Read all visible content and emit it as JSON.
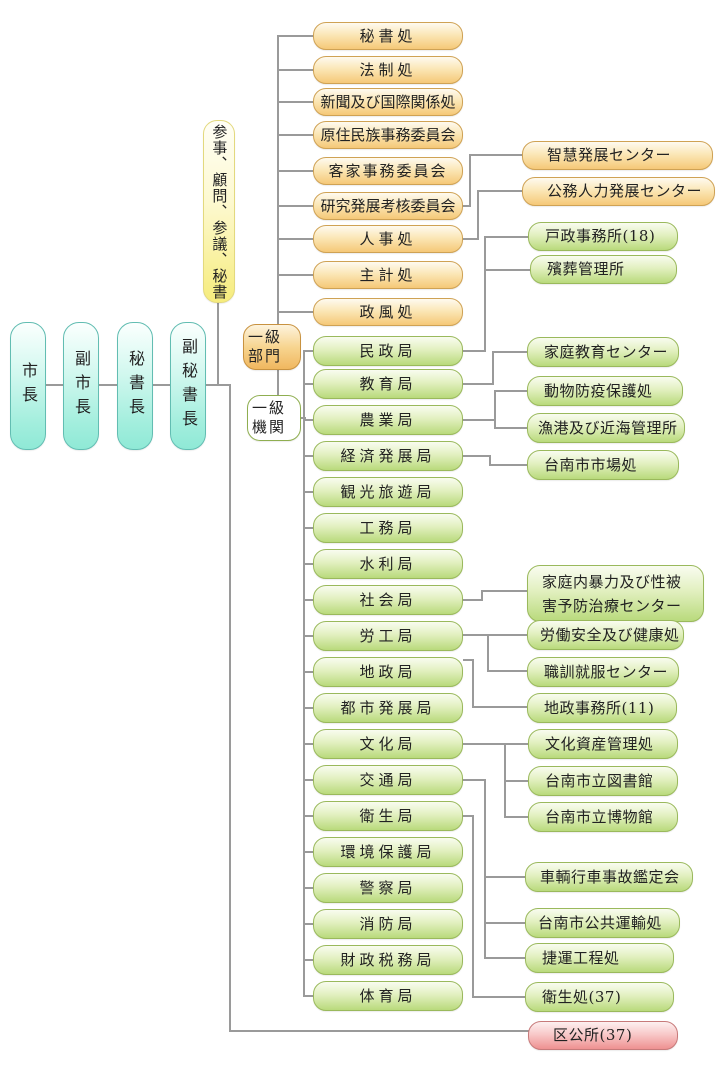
{
  "leadership": [
    "市長",
    "副市長",
    "秘書長",
    "副秘書長"
  ],
  "staff_label": "参事、顧問、参議、秘書",
  "group_labels": {
    "departments": "一級部門",
    "agencies": "一級機関"
  },
  "departments": [
    "秘書処",
    "法制処",
    "新聞及び国際関係処",
    "原住民族事務委員会",
    "客家事務委員会",
    "研究発展考核委員会",
    "人事処",
    "主計処",
    "政風処"
  ],
  "agencies": [
    "民政局",
    "教育局",
    "農業局",
    "経済発展局",
    "観光旅遊局",
    "工務局",
    "水利局",
    "社会局",
    "労工局",
    "地政局",
    "都市発展局",
    "文化局",
    "交通局",
    "衛生局",
    "環境保護局",
    "警察局",
    "消防局",
    "財政税務局",
    "体育局"
  ],
  "subunits": [
    {
      "label": "智慧発展センター",
      "parent": "研究発展考核委員会",
      "type": "department"
    },
    {
      "label": "公務人力発展センター",
      "parent": "人事処",
      "type": "department"
    },
    {
      "label": "戸政事務所(18)",
      "parent": "民政局",
      "type": "agency"
    },
    {
      "label": "殯葬管理所",
      "parent": "民政局",
      "type": "agency"
    },
    {
      "label": "家庭教育センター",
      "parent": "教育局",
      "type": "agency"
    },
    {
      "label": "動物防疫保護処",
      "parent": "農業局",
      "type": "agency"
    },
    {
      "label": "漁港及び近海管理所",
      "parent": "農業局",
      "type": "agency"
    },
    {
      "label": "台南市市場処",
      "parent": "経済発展局",
      "type": "agency"
    },
    {
      "label": "家庭内暴力及び性被害予防治療センター",
      "parent": "社会局",
      "type": "agency"
    },
    {
      "label": "労働安全及び健康処",
      "parent": "労工局",
      "type": "agency"
    },
    {
      "label": "職訓就服センター",
      "parent": "労工局",
      "type": "agency"
    },
    {
      "label": "地政事務所(11)",
      "parent": "地政局",
      "type": "agency"
    },
    {
      "label": "文化資産管理処",
      "parent": "文化局",
      "type": "agency"
    },
    {
      "label": "台南市立図書館",
      "parent": "文化局",
      "type": "agency"
    },
    {
      "label": "台南市立博物館",
      "parent": "文化局",
      "type": "agency"
    },
    {
      "label": "車輌行車事故鑑定会",
      "parent": "交通局",
      "type": "agency"
    },
    {
      "label": "台南市公共運輸処",
      "parent": "交通局",
      "type": "agency"
    },
    {
      "label": "捷運工程処",
      "parent": "交通局",
      "type": "agency"
    },
    {
      "label": "衛生処(37)",
      "parent": "衛生局",
      "type": "agency"
    }
  ],
  "district_office": {
    "label": "区公所(37)",
    "parent": "副秘書長"
  },
  "colors": {
    "leadership_fill": "#9ce9dc",
    "staff_fill": "#f6ec7d",
    "department_fill": "#f5c878",
    "agency_fill": "#b9da7c",
    "district_fill": "#ee9191",
    "line": "#9a9a9a"
  }
}
